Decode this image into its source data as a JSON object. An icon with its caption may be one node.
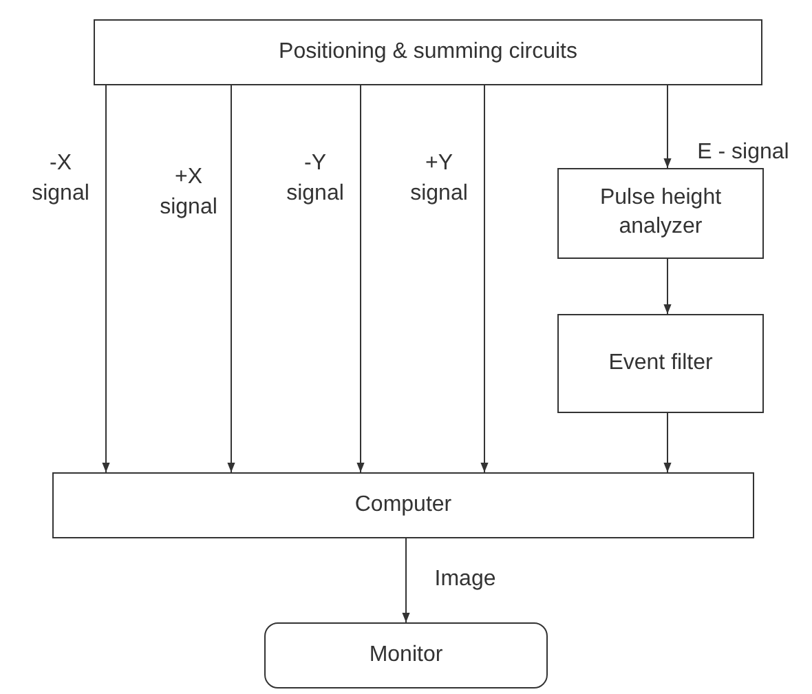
{
  "diagram": {
    "nodes": [
      {
        "text": [
          "Positioning & summing circuits"
        ]
      },
      {
        "text": [
          "Pulse height analyzer"
        ]
      },
      {
        "text": [
          "Event filter"
        ]
      },
      {
        "text": [
          "Computer"
        ]
      },
      {
        "text": [
          "Monitor"
        ]
      }
    ],
    "edges": [
      {
        "from": 0,
        "to": 3,
        "arrow": "to",
        "label": "-X signal"
      },
      {
        "from": 0,
        "to": 3,
        "arrow": "to",
        "label": "+X signal"
      },
      {
        "from": 0,
        "to": 3,
        "arrow": "to",
        "label": "-Y signal"
      },
      {
        "from": 0,
        "to": 3,
        "arrow": "to",
        "label": "+Y signal"
      },
      {
        "from": 0,
        "to": 1,
        "arrow": "to",
        "label": "E - signal"
      },
      {
        "from": 1,
        "to": 2,
        "arrow": "to"
      },
      {
        "from": 2,
        "to": 3,
        "arrow": "to"
      },
      {
        "from": 3,
        "to": 4,
        "arrow": "to",
        "label": "Image"
      }
    ]
  }
}
